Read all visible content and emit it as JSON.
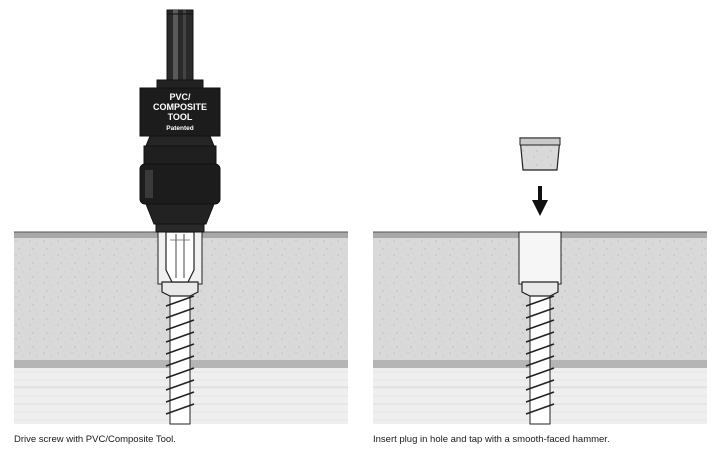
{
  "panels": [
    {
      "caption": "Drive screw with PVC/Composite Tool.",
      "tool_label": {
        "line1": "PVC/",
        "line2": "COMPOSITE",
        "line3": "TOOL",
        "line4": "Patented"
      }
    },
    {
      "caption": "Insert plug in hole and tap with a smooth-faced hammer."
    }
  ],
  "colors": {
    "board_face": "#d9d9d9",
    "board_edge": "#9a9a9a",
    "joist": "#ececec",
    "tool_body": "#1c1c1c",
    "outline": "#111111",
    "plug": "#e2e2e2"
  },
  "icons": {
    "arrow": "down-arrow-icon"
  }
}
